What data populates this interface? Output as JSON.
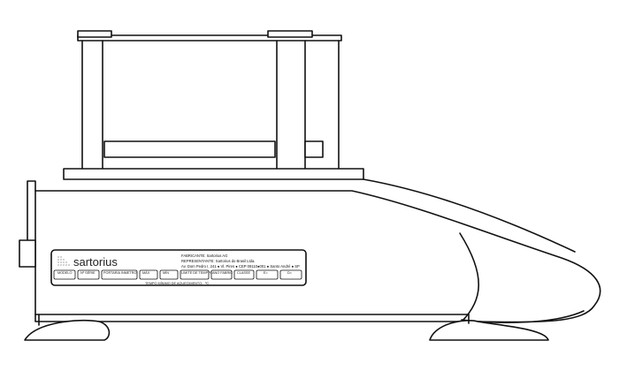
{
  "label_plate": {
    "brand": "sartorius",
    "manufacturer_line": "FABRICANTE: Sartorius AG",
    "representative_line": "REPRESENTANTE: Sartorius do Brasil Ltda.",
    "address_line": "Av. Dom Pedro I, 241 ● Vl. Pires ● CEP 09110●001 ● Santo André ● SP",
    "warmup_label": "TEMPO MÍNIMO DE AQUECIMENTO:",
    "warmup_unit": "ºC",
    "fields": [
      "MODELO",
      "Nº SÉRIE",
      "PORTARIA INMETRO",
      "MÁX",
      "MÍN",
      "LIMITE DE TEMP ºC",
      "ANO FABRIC",
      "CLASSE",
      "E=",
      "D="
    ]
  }
}
